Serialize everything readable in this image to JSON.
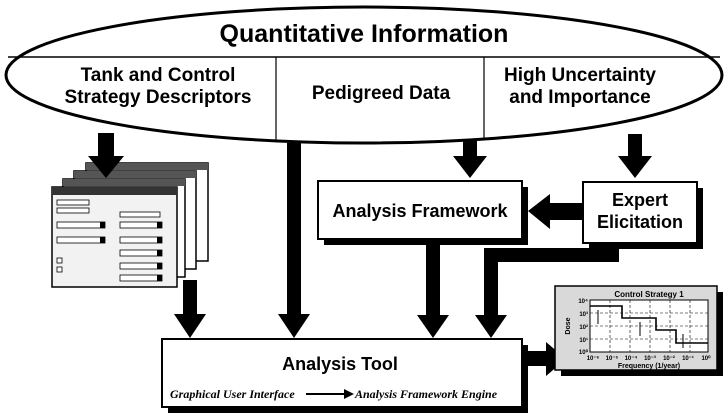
{
  "ellipse": {
    "title": "Quantitative Information",
    "sections": [
      {
        "line1": "Tank and Control",
        "line2": "Strategy Descriptors"
      },
      {
        "line1": "Pedigreed Data",
        "line2": ""
      },
      {
        "line1": "High Uncertainty",
        "line2": "and Importance"
      }
    ]
  },
  "boxes": {
    "analysis_framework": "Analysis Framework",
    "expert_elicitation_line1": "Expert",
    "expert_elicitation_line2": "Elicitation",
    "analysis_tool": "Analysis Tool",
    "gui_label": "Graphical User Interface",
    "engine_label": "Analysis Framework Engine"
  },
  "mini_chart": {
    "title": "Control Strategy 1",
    "ylabel": "Dose",
    "xlabel": "Frequency (1/year)",
    "y_ticks": [
      "10⁴",
      "10³",
      "10²",
      "10¹",
      "10⁰"
    ],
    "x_ticks": [
      "10⁻⁶",
      "10⁻⁵",
      "10⁻⁴",
      "10⁻³",
      "10⁻²",
      "10⁻¹",
      "10⁰"
    ]
  },
  "colors": {
    "stroke": "#000000",
    "fill": "#ffffff",
    "shadow": "#000000",
    "chart_bg": "#d9d9d9"
  }
}
